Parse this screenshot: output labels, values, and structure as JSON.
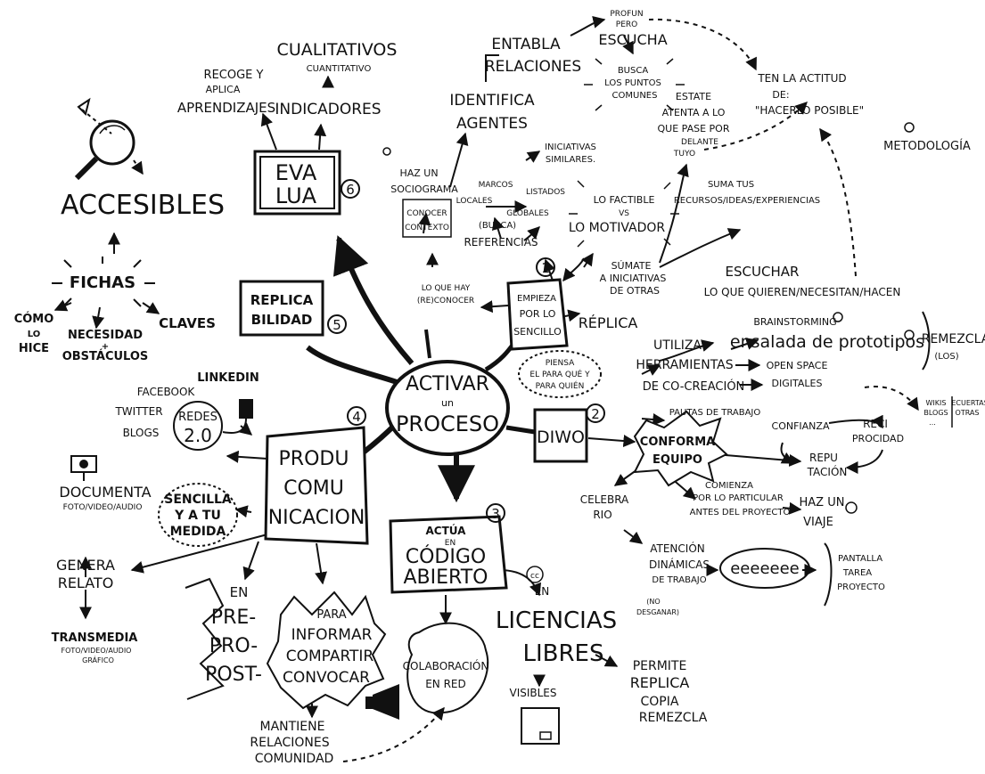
{
  "center": {
    "line1": "ACTIVAR",
    "line2": "un",
    "line3": "PROCESO"
  },
  "evalua": {
    "box_line1": "EVA",
    "box_line2": "LUA",
    "number": "6",
    "indicadores": "INDICADORES",
    "cualitativos": "CUALITATIVOS",
    "cuantitativo": "CUANTITATIVO",
    "recoge_line1": "RECOGE Y",
    "recoge_line2": "APLICA",
    "recoge_line3": "APRENDIZAJES"
  },
  "accesibles": {
    "title": "ACCESIBLES",
    "fichas": "FICHAS",
    "como_line1": "CÓMO",
    "como_line2": "LO",
    "como_line3": "HICE",
    "necesidad_line1": "NECESIDAD",
    "necesidad_line2": "+",
    "necesidad_line3": "OBSTÁCULOS",
    "claves": "CLAVES"
  },
  "replicabilidad": {
    "line1": "REPLICA",
    "line2": "BILIDAD",
    "number": "5"
  },
  "redes": {
    "linkedin": "LINKEDIN",
    "facebook": "FACEBOOK",
    "twitter": "TWITTER",
    "blogs": "BLOGS",
    "label_line1": "REDES",
    "label_line2": "2.0"
  },
  "produ": {
    "line1": "PRODU",
    "line2": "COMU",
    "line3": "NICACION",
    "number": "4",
    "sencilla_line1": "SENCILLA",
    "sencilla_line2": "Y A TU",
    "sencilla_line3": "MEDIDA",
    "documenta": "DOCUMENTA",
    "documenta_sub": "FOTO/VIDEO/AUDIO",
    "genera_line1": "GENERA",
    "genera_line2": "RELATO",
    "transmedia": "TRANSMEDIA",
    "transmedia_sub1": "FOTO/VIDEO/AUDIO",
    "transmedia_sub2": "GRÁFICO",
    "en": "EN",
    "pre": "PRE-",
    "pro": "PRO-",
    "post": "POST-",
    "para_line1": "PARA",
    "para_line2": "INFORMAR",
    "para_line3": "COMPARTIR",
    "para_line4": "CONVOCAR",
    "mantiene_line1": "MANTIENE",
    "mantiene_line2": "RELACIONES",
    "mantiene_line3": "COMUNIDAD"
  },
  "codigo": {
    "actua": "ACTÚA",
    "en": "EN",
    "line1": "CÓDIGO",
    "line2": "ABIERTO",
    "number": "3",
    "colaboracion_line1": "COLABORACIÓN",
    "colaboracion_line2": "EN RED",
    "cc": "cc",
    "licencias_en": "EN",
    "licencias_line1": "LICENCIAS",
    "licencias_line2": "LIBRES",
    "visibles": "VISIBLES",
    "permite_line1": "PERMITE",
    "permite_line2": "REPLICA",
    "permite_line3": "COPIA",
    "permite_line4": "REMEZCLA"
  },
  "diwo": {
    "label": "DIWO",
    "number": "2",
    "conforma_line1": "CONFORMA",
    "conforma_line2": "EQUIPO",
    "pautas": "PAUTAS DE TRABAJO",
    "confianza": "CONFIANZA",
    "reci_line1": "RECI",
    "reci_line2": "PROCIDAD",
    "repu_line1": "REPU",
    "repu_line2": "TACIÓN",
    "celebra_line1": "CELEBRA",
    "celebra_line2": "RIO",
    "comienza_line1": "COMIENZA",
    "comienza_line2": "POR LO PARTICULAR",
    "comienza_line3": "ANTES DEL PROYECTO",
    "viaje_line1": "HAZ UN",
    "viaje_line2": "VIAJE",
    "atencion_line1": "ATENCIÓN",
    "atencion_line2": "DINÁMICAS",
    "atencion_line3": "DE TRABAJO",
    "atencion_note1": "(NO",
    "atencion_note2": "DESGANAR)",
    "scribble": "eeeeeee",
    "pantalla_line1": "PANTALLA",
    "pantalla_line2": "TAREA",
    "pantalla_line3": "PROYECTO",
    "utiliza_line1": "UTILIZA",
    "utiliza_line2": "HERRAMIENTAS",
    "utiliza_line3": "DE CO-CREACIÓN",
    "brainstorming": "BRAINSTORMING",
    "ensalada": "ensalada de prototipos",
    "open_space": "OPEN SPACE",
    "digitales": "DIGITALES",
    "remezcla_line1": "REMEZCLA",
    "remezcla_line2": "(LOS)",
    "wikis_line1": "WIKIS",
    "wikis_line2": "BLOGS",
    "ecuertas_line1": "ECUERTAS",
    "ecuertas_line2": "OTRAS",
    "ellipsis": "...",
    "escuchar_line1": "ESCUCHAR",
    "escuchar_line2": "LO QUE QUIEREN/NECESITAN/HACEN"
  },
  "empieza": {
    "line1": "EMPIEZA",
    "line2": "POR LO",
    "line3": "SENCILLO",
    "number": "1",
    "replica": "RÉPLICA",
    "piensa_line1": "PIENSA",
    "piensa_line2": "EL PARA QUÉ Y",
    "piensa_line3": "PARA QUIÉN",
    "lo_que_hay_line1": "LO QUE HAY",
    "lo_que_hay_line2": "(RE)CONOCER",
    "sumate_line1": "SÚMATE",
    "sumate_line2": "A INICIATIVAS",
    "sumate_line3": "DE OTRAS",
    "suma_line1": "SUMA TUS",
    "suma_line2": "RECURSOS/IDEAS/EXPERIENCIAS",
    "factible_line1": "LO FACTIBLE",
    "factible_line2": "VS",
    "factible_line3": "LO MOTIVADOR",
    "referencias_line1": "(BUSCA)",
    "referencias_line2": "REFERENCIAS",
    "locales": "LOCALES",
    "globales": "GLOBALES",
    "marcos": "MARCOS",
    "listados": "LISTADOS",
    "iniciativas_line1": "INICIATIVAS",
    "iniciativas_line2": "SIMILARES.",
    "sociograma_line1": "HAZ UN",
    "sociograma_line2": "SOCIOGRAMA",
    "conocer_line1": "CONOCER",
    "conocer_line2": "CONTEXTO",
    "identifica_line1": "IDENTIFICA",
    "identifica_line2": "AGENTES",
    "entabla_line1": "ENTABLA",
    "entabla_line2": "RELACIONES",
    "profun_line1": "PROFUN",
    "profun_line2": "PERO",
    "escucha": "ESCUCHA",
    "busca_line1": "BUSCA",
    "busca_line2": "LOS PUNTOS",
    "busca_line3": "COMUNES",
    "estate_line1": "ESTATE",
    "estate_line2": "ATENTA A LO",
    "estate_line3": "QUE PASE POR",
    "estate_line4": "DELANTE",
    "estate_line5": "TUYO",
    "actitud_line1": "TEN LA ACTITUD",
    "actitud_line2": "DE:",
    "actitud_line3": "\"HACERLO POSIBLE\"",
    "metodologia": "METODOLOGÍA"
  }
}
